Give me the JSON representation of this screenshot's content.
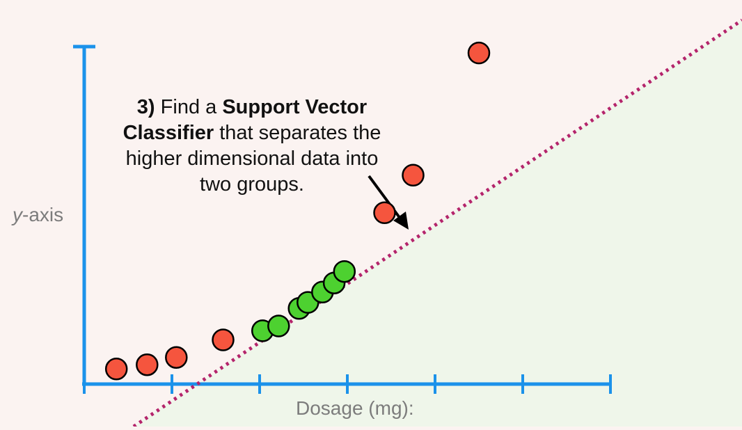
{
  "annotation": {
    "number": "3)",
    "word_find": "Find a",
    "bold_1": "Support Vector",
    "bold_2": "Classifier",
    "rest_line2": "that separates the",
    "line3": "higher dimensional data into",
    "line4": "two groups."
  },
  "axes": {
    "y_label_var": "y",
    "y_label_rest": "-axis",
    "x_label": "Dosage (mg):",
    "x_tick_count": 7
  },
  "colors": {
    "background": "#fbf3f1",
    "green_region": "#eff6ea",
    "axis": "#1b92ea",
    "separator": "#b4246b",
    "red_point": "#f5553e",
    "green_point": "#4dd130",
    "arrow": "#000000"
  },
  "chart_data": {
    "type": "scatter",
    "x_domain": [
      0,
      6
    ],
    "y_domain": [
      0,
      6
    ],
    "series": [
      {
        "class": "red",
        "points": [
          [
            0.44,
            0.25
          ],
          [
            0.86,
            0.32
          ],
          [
            1.26,
            0.44
          ],
          [
            1.9,
            0.73
          ],
          [
            4.11,
            2.83
          ],
          [
            4.5,
            3.45
          ],
          [
            5.4,
            5.47
          ]
        ]
      },
      {
        "class": "green",
        "points": [
          [
            2.44,
            0.88
          ],
          [
            2.66,
            0.96
          ],
          [
            2.94,
            1.25
          ],
          [
            3.06,
            1.35
          ],
          [
            3.26,
            1.52
          ],
          [
            3.42,
            1.67
          ],
          [
            3.56,
            1.86
          ]
        ]
      }
    ],
    "separator_line": {
      "slope": 1.01,
      "intercept": -1.45
    }
  }
}
